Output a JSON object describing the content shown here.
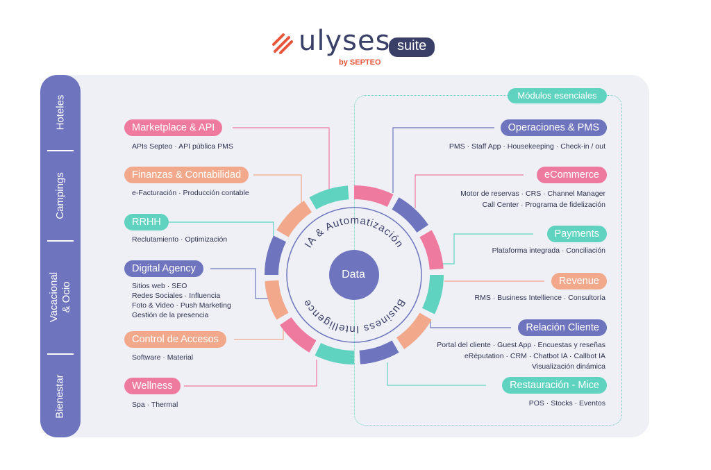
{
  "logo": {
    "word": "ulyses",
    "suite": "suite",
    "by": "by SEPTEO"
  },
  "sidebar": [
    "Hoteles",
    "Campings",
    "Vacacional & Ocio",
    "Bienestar"
  ],
  "modules_label": "Módulos esenciales",
  "center": {
    "data": "Data",
    "top_arc": "IA & Automatización",
    "bottom_arc": "Business Intelligence"
  },
  "left": [
    {
      "title": "Marketplace & API",
      "lines": [
        "APIs Septeo  ·  API pública PMS"
      ]
    },
    {
      "title": "Finanzas & Contabilidad",
      "lines": [
        "e-Facturación  ·  Producción contable"
      ]
    },
    {
      "title": "RRHH",
      "lines": [
        "Reclutamiento  ·  Optimización"
      ]
    },
    {
      "title": "Digital Agency",
      "lines": [
        "Sitios web  ·  SEO",
        "Redes Sociales  ·  Influencia",
        "Foto & Video  ·  Push Marketing",
        "Gestión de la presencia"
      ]
    },
    {
      "title": "Control de Accesos",
      "lines": [
        "Software  ·  Material"
      ]
    },
    {
      "title": "Wellness",
      "lines": [
        "Spa  ·  Thermal"
      ]
    }
  ],
  "right": [
    {
      "title": "Operaciones & PMS",
      "lines": [
        "PMS  ·  Staff App  ·  Housekeeping  ·  Check-in / out"
      ]
    },
    {
      "title": "eCommerce",
      "lines": [
        "Motor de reservas  ·  CRS  ·  Channel Manager",
        "Call Center  ·  Programa de fidelización"
      ]
    },
    {
      "title": "Payments",
      "lines": [
        "Plataforma integrada  ·  Conciliación"
      ]
    },
    {
      "title": "Revenue",
      "lines": [
        "RMS  ·  Business Intellience  ·  Consultoría"
      ]
    },
    {
      "title": "Relación Cliente",
      "lines": [
        "Portal del cliente  ·  Guest App  ·  Encuestas y reseñas",
        "eRéputation  ·  CRM  ·  Chatbot IA  ·  Callbot IA",
        "Visualización dinámica"
      ]
    },
    {
      "title": "Restauración - Mice",
      "lines": [
        "POS  ·  Stocks  ·  Eventos"
      ]
    }
  ],
  "colors": {
    "pink": "#ef7aa0",
    "peach": "#f2a88a",
    "teal": "#5fd3c0",
    "navy": "#6e74bd",
    "logo_orange": "#e8553a"
  }
}
